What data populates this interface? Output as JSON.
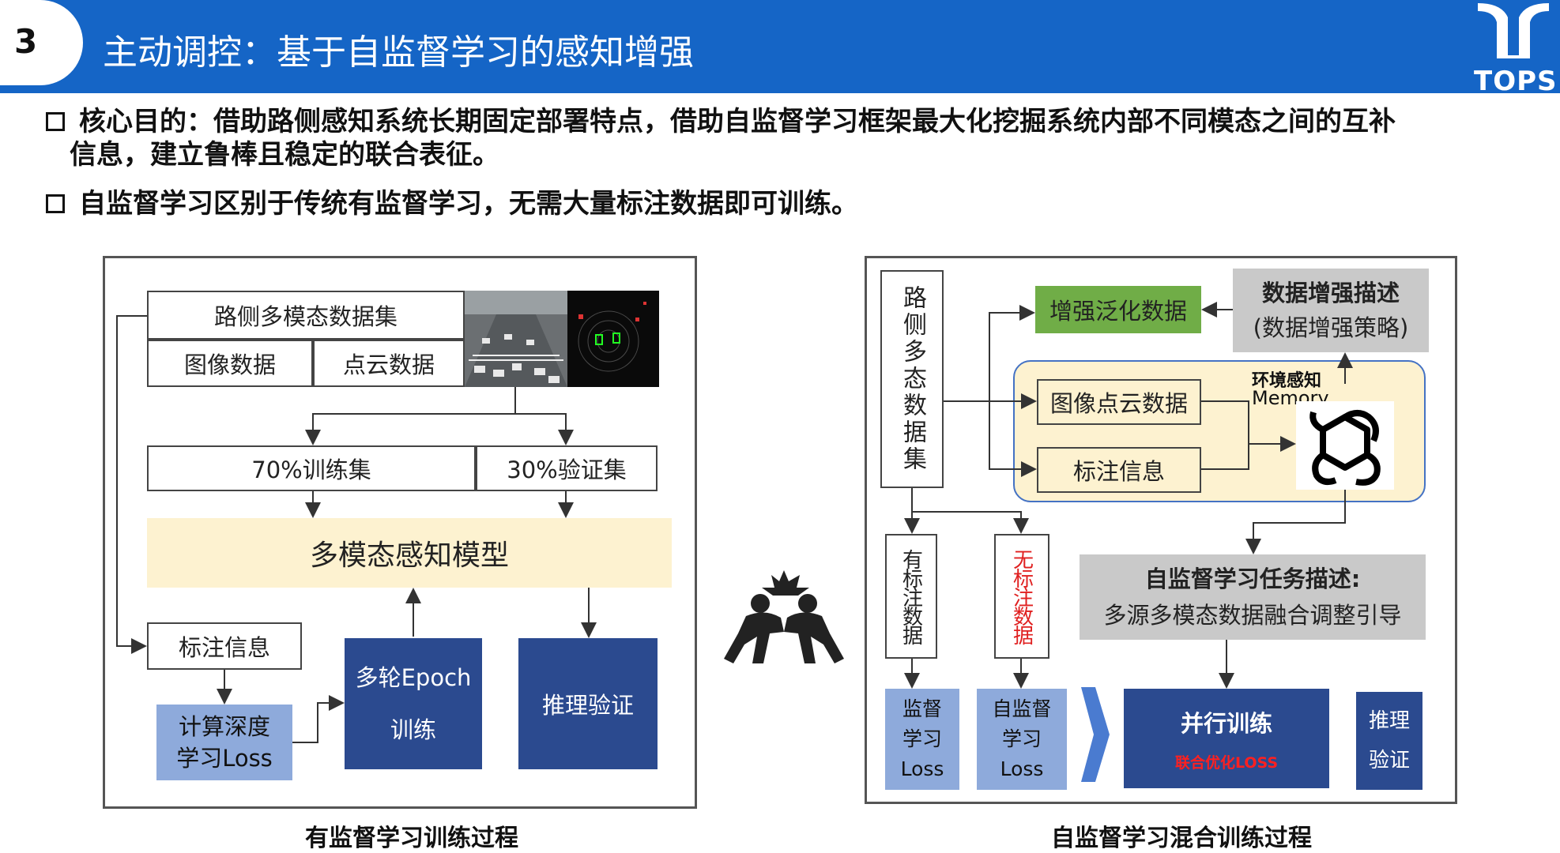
{
  "header": {
    "page_number": "3",
    "title": "主动调控：基于自监督学习的感知增强",
    "logo_text": "TOPS"
  },
  "bullets": [
    {
      "line1": "核心目的：借助路侧感知系统长期固定部署特点，借助自监督学习框架最大化挖掘系统内部不同模态之间的互补",
      "line2": "信息，建立鲁棒且稳定的联合表征。"
    },
    {
      "line1": "自监督学习区别于传统有监督学习，无需大量标注数据即可训练。"
    }
  ],
  "left_diagram": {
    "caption": "有监督学习训练过程",
    "dataset": "路侧多模态数据集",
    "image_data": "图像数据",
    "pointcloud_data": "点云数据",
    "train_set": "70%训练集",
    "val_set": "30%验证集",
    "model": "多模态感知模型",
    "label_info": "标注信息",
    "compute_loss_1": "计算深度",
    "compute_loss_2": "学习Loss",
    "epoch_1": "多轮Epoch",
    "epoch_2": "训练",
    "inference": "推理验证"
  },
  "right_diagram": {
    "caption": "自监督学习混合训练过程",
    "dataset_vertical": "路侧多态数据集",
    "augmented_data": "增强泛化数据",
    "aug_desc_1": "数据增强描述",
    "aug_desc_2": "(数据增强策略)",
    "env_1": "环境感知",
    "env_2": "Memory",
    "img_pc_data": "图像点云数据",
    "label_info": "标注信息",
    "labeled_vertical": "有标注数据",
    "unlabeled_vertical": "无标注数据",
    "ssl_task_1": "自监督学习任务描述:",
    "ssl_task_2": "多源多模态数据融合调整引导",
    "sup_loss": [
      "监督",
      "学习",
      "Loss"
    ],
    "self_loss": [
      "自监督",
      "学习",
      "Loss"
    ],
    "parallel_train": "并行训练",
    "joint_loss": "联合优化LOSS",
    "inference": [
      "推理",
      "验证"
    ]
  },
  "colors": {
    "header_blue": "#1565c6",
    "navy": "#2b4a8f",
    "light_blue": "#8eaadb",
    "green": "#70ad47",
    "cream": "#fdf2d0",
    "gray": "#c9c9c9",
    "red": "#e02020"
  },
  "icons": [
    "openai-logo-icon",
    "wrestling-icon",
    "tops-logo-icon"
  ]
}
